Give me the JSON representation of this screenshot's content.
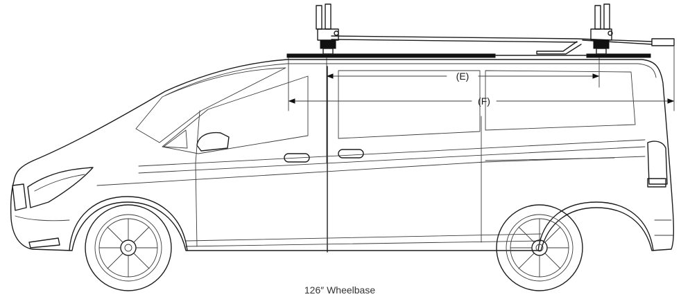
{
  "dimensions": {
    "e_label": "(E)",
    "f_label": "(F)"
  },
  "caption": "126″ Wheelbase",
  "colors": {
    "line": "#1c1c1c",
    "rail": "#111111",
    "background": "#ffffff"
  }
}
